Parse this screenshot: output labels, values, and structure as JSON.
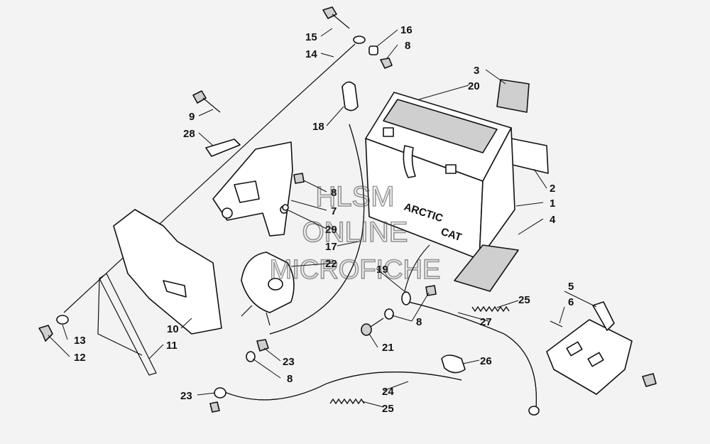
{
  "diagram": {
    "watermark": [
      "HLSM",
      "ONLINE",
      "MICROFICHE"
    ],
    "battery_label": [
      "ARCTIC",
      "CAT"
    ],
    "callouts": [
      {
        "id": "c15",
        "text": "15"
      },
      {
        "id": "c14",
        "text": "14"
      },
      {
        "id": "c16",
        "text": "16"
      },
      {
        "id": "c8a",
        "text": "8"
      },
      {
        "id": "c3",
        "text": "3"
      },
      {
        "id": "c20",
        "text": "20"
      },
      {
        "id": "c9",
        "text": "9"
      },
      {
        "id": "c28",
        "text": "28"
      },
      {
        "id": "c18",
        "text": "18"
      },
      {
        "id": "c2",
        "text": "2"
      },
      {
        "id": "c1",
        "text": "1"
      },
      {
        "id": "c4",
        "text": "4"
      },
      {
        "id": "c8b",
        "text": "8"
      },
      {
        "id": "c7",
        "text": "7"
      },
      {
        "id": "c29",
        "text": "29"
      },
      {
        "id": "c17",
        "text": "17"
      },
      {
        "id": "c22",
        "text": "22"
      },
      {
        "id": "c19",
        "text": "19"
      },
      {
        "id": "c5",
        "text": "5"
      },
      {
        "id": "c6",
        "text": "6"
      },
      {
        "id": "c25a",
        "text": "25"
      },
      {
        "id": "c8c",
        "text": "8"
      },
      {
        "id": "c10",
        "text": "10"
      },
      {
        "id": "c13",
        "text": "13"
      },
      {
        "id": "c11",
        "text": "11"
      },
      {
        "id": "c12",
        "text": "12"
      },
      {
        "id": "c21",
        "text": "21"
      },
      {
        "id": "c27",
        "text": "27"
      },
      {
        "id": "c23a",
        "text": "23"
      },
      {
        "id": "c26",
        "text": "26"
      },
      {
        "id": "c8d",
        "text": "8"
      },
      {
        "id": "c23b",
        "text": "23"
      },
      {
        "id": "c24",
        "text": "24"
      },
      {
        "id": "c25b",
        "text": "25"
      }
    ]
  }
}
